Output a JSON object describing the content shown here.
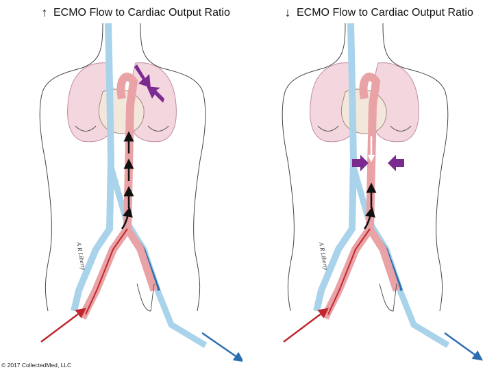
{
  "titles": {
    "left": {
      "arrow": "↑",
      "text": "ECMO Flow to Cardiac Output Ratio"
    },
    "right": {
      "arrow": "↓",
      "text": "ECMO Flow to Cardiac Output Ratio"
    }
  },
  "signature": "A R Liberty",
  "credit": "© 2017 CollectedMed, LLC",
  "colors": {
    "artery": "#e9a3a6",
    "artery_dark": "#c0272d",
    "vein": "#a9d3ea",
    "vein_dark": "#2a6fb0",
    "lung": "#f4d6df",
    "heart": "#f3e7dc",
    "purple_arrow": "#7b2a8f",
    "outline": "#444444"
  },
  "icons": [
    "up-arrow-icon",
    "down-arrow-icon",
    "purple-arrow-icon",
    "flow-arrow-icon",
    "cannula-in-arrow-icon",
    "cannula-out-arrow-icon"
  ]
}
